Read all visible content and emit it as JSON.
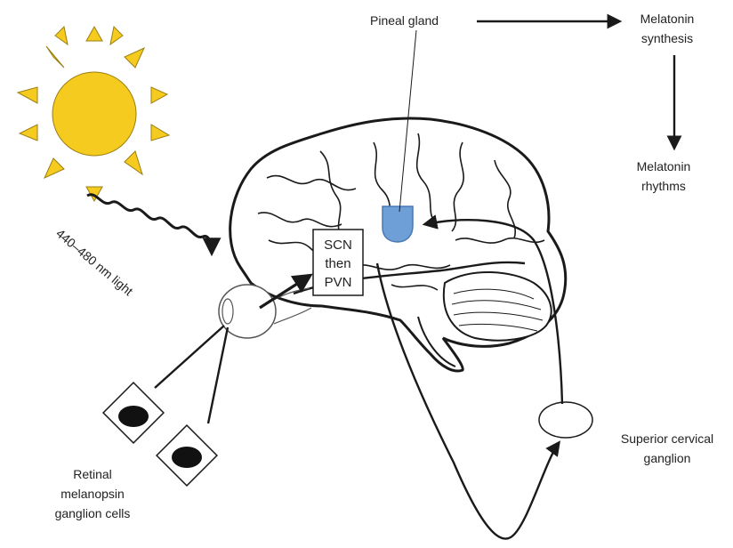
{
  "labels": {
    "pineal": "Pineal gland",
    "melatonin_synthesis": [
      "Melatonin",
      "synthesis"
    ],
    "melatonin_rhythms": [
      "Melatonin",
      "rhythms"
    ],
    "light": "440–480 nm light",
    "scn_box": [
      "SCN",
      "then",
      "PVN"
    ],
    "retinal": [
      "Retinal",
      "melanopsin",
      "ganglion cells"
    ],
    "scg": [
      "Superior cervical",
      "ganglion"
    ]
  },
  "colors": {
    "sun": "#F6CB1F",
    "sun_outline": "#9a7f10",
    "pineal": "#6E9FD6",
    "ink": "#1a1a1a"
  },
  "icons": {
    "sun": "sun-icon",
    "eye": "eye-icon",
    "brain": "brain-icon",
    "ganglion_cell": "ganglion-cell-icon"
  }
}
